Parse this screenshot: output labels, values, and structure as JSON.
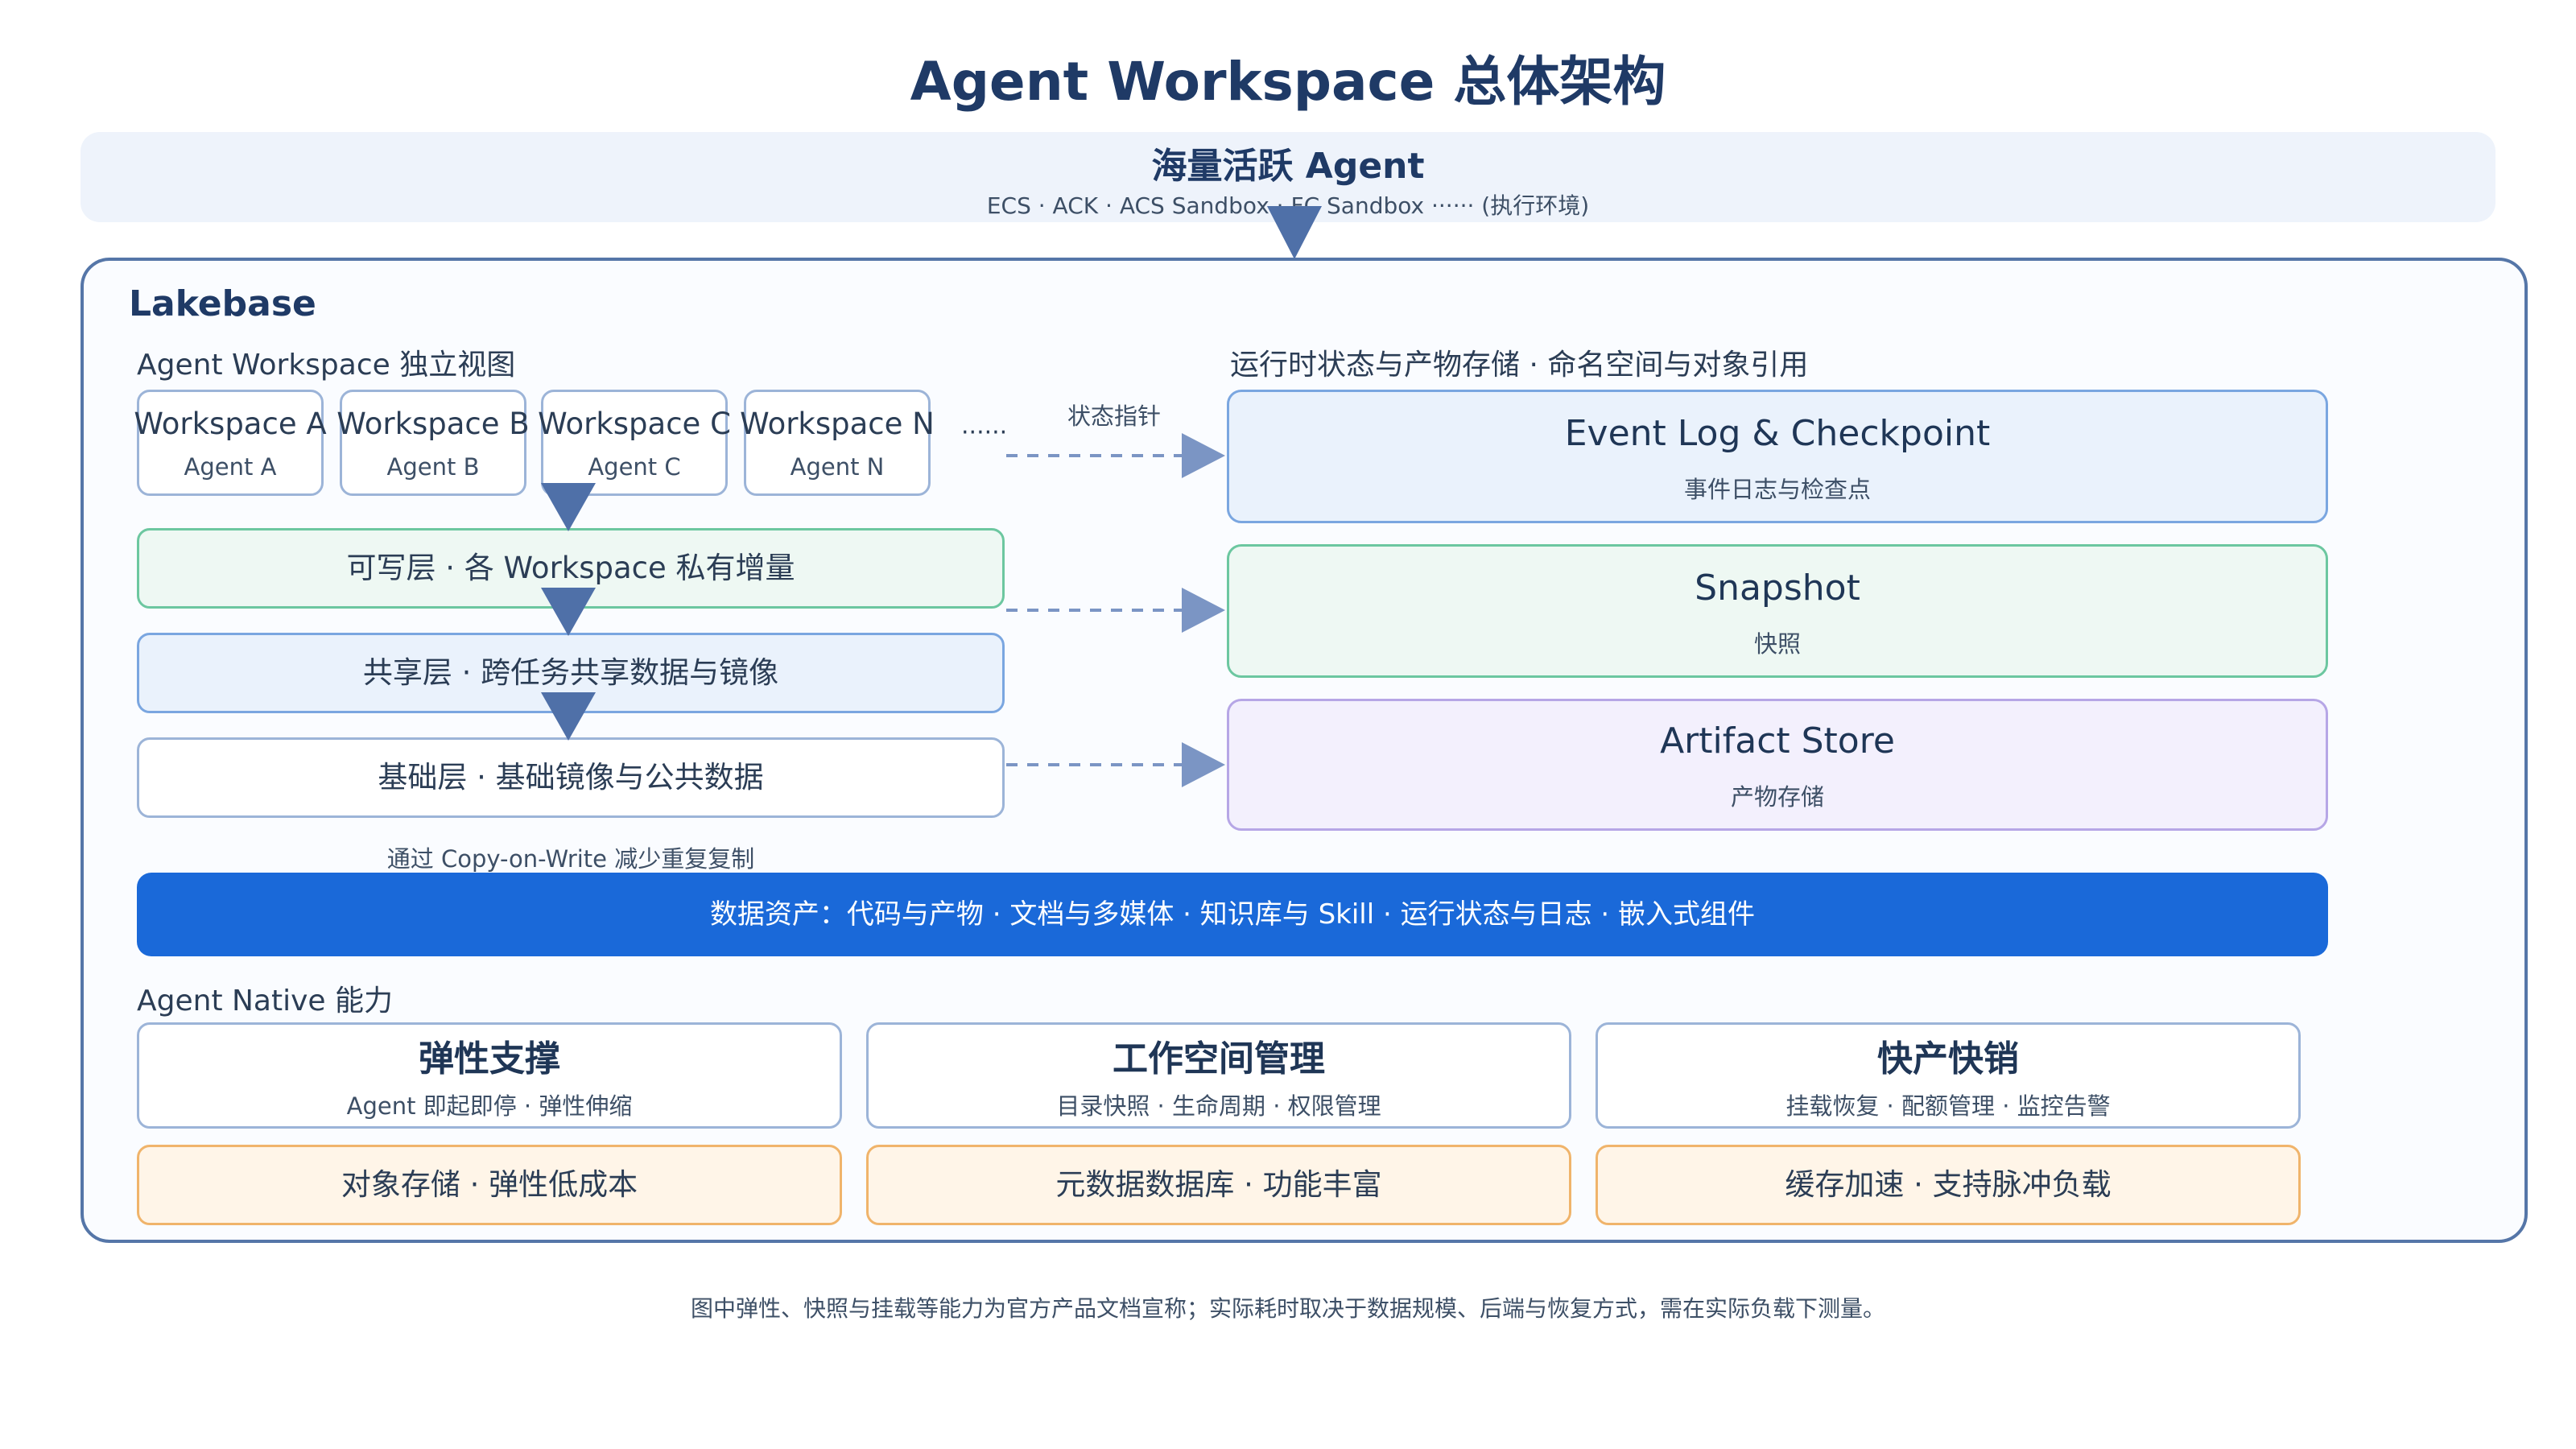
{
  "title": "Agent Workspace 总体架构",
  "top_band": {
    "title": "海量活跃 Agent",
    "subtitle": "ECS · ACK · ACS Sandbox · FC Sandbox ······ (执行环境)"
  },
  "lakebase": {
    "title": "Lakebase",
    "workspace_section_label": "Agent Workspace 独立视图",
    "storage_section_label": "运行时状态与产物存储 · 命名空间与对象引用",
    "workspaces": [
      {
        "title": "Workspace A",
        "agent": "Agent A"
      },
      {
        "title": "Workspace B",
        "agent": "Agent B"
      },
      {
        "title": "Workspace C",
        "agent": "Agent C"
      },
      {
        "title": "Workspace N",
        "agent": "Agent N"
      }
    ],
    "ellipsis": "······",
    "state_pointer_label": "状态指针",
    "layers": {
      "writable": "可写层 · 各 Workspace 私有增量",
      "shared": "共享层 · 跨任务共享数据与镜像",
      "base": "基础层 · 基础镜像与公共数据"
    },
    "cow_note": "通过 Copy-on-Write 减少重复复制",
    "stores": [
      {
        "title": "Event Log & Checkpoint",
        "subtitle": "事件日志与检查点"
      },
      {
        "title": "Snapshot",
        "subtitle": "快照"
      },
      {
        "title": "Artifact Store",
        "subtitle": "产物存储"
      }
    ],
    "data_assets": "数据资产：代码与产物 · 文档与多媒体 · 知识库与 Skill · 运行状态与日志 · 嵌入式组件",
    "native_label": "Agent Native 能力",
    "capabilities": [
      {
        "title": "弹性支撑",
        "subtitle": "Agent 即起即停 · 弹性伸缩",
        "storage": "对象存储 · 弹性低成本"
      },
      {
        "title": "工作空间管理",
        "subtitle": "目录快照 · 生命周期 · 权限管理",
        "storage": "元数据数据库 · 功能丰富"
      },
      {
        "title": "快产快销",
        "subtitle": "挂载恢复 · 配额管理 · 监控告警",
        "storage": "缓存加速 · 支持脉冲负载"
      }
    ]
  },
  "footnote": "图中弹性、快照与挂载等能力为官方产品文档宣称；实际耗时取决于数据规模、后端与恢复方式，需在实际负载下测量。",
  "colors": {
    "title": "#1f3a66",
    "arrow": "#4f70a8",
    "dashed_link": "#7b95c4",
    "writable_fill": "#eef8f3",
    "writable_border": "#6cc7a0",
    "shared_fill": "#eaf2fc",
    "shared_border": "#7aa6e0",
    "base_fill": "#ffffff",
    "base_border": "#9cb4d8",
    "event_fill": "#eaf2fc",
    "event_border": "#7aa6e0",
    "snapshot_fill": "#eef8f3",
    "snapshot_border": "#6cc7a0",
    "artifact_fill": "#f3f0fd",
    "artifact_border": "#b6a6e6",
    "data_bar": "#1a69d9",
    "storage_fill": "#fff5e8",
    "storage_border": "#f0b46b"
  }
}
